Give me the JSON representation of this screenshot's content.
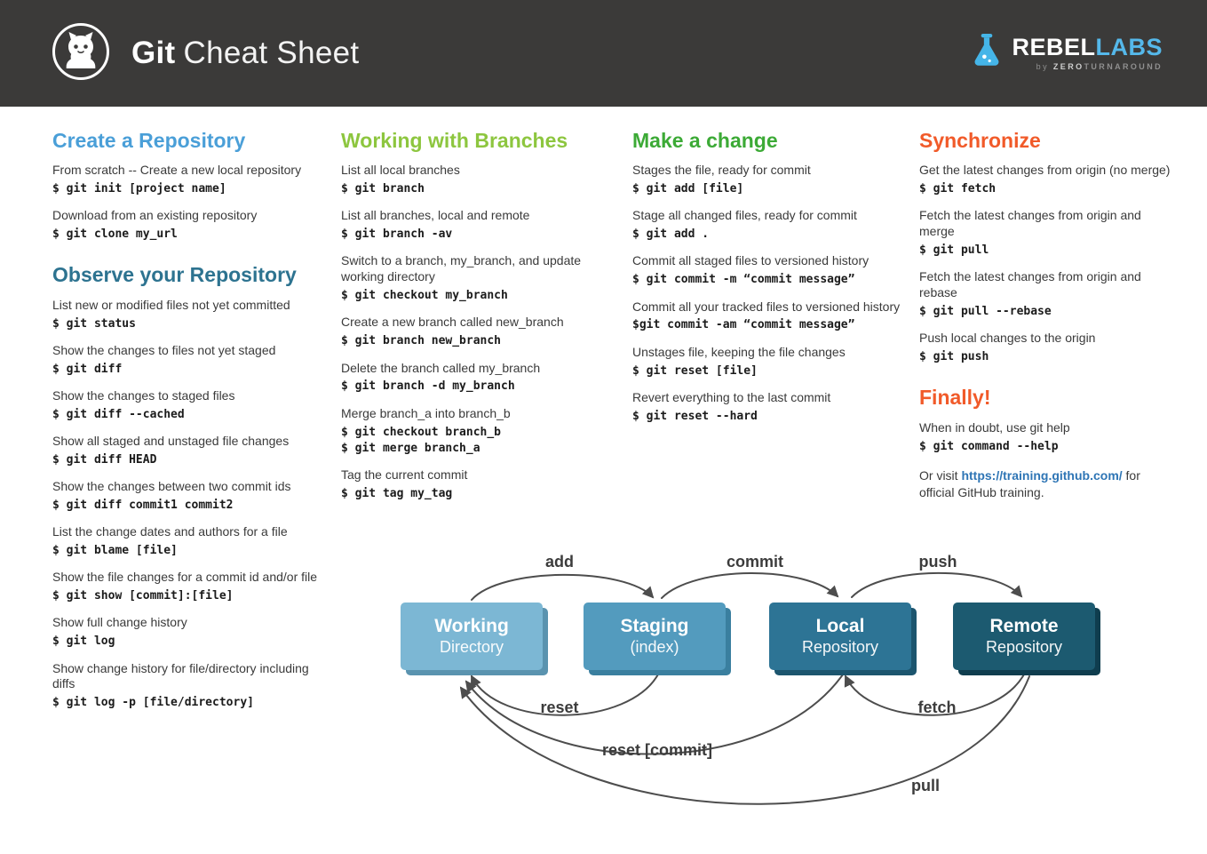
{
  "header": {
    "title_bold": "Git",
    "title_rest": "Cheat Sheet",
    "brand": {
      "name_left": "REBEL",
      "name_right": "LABS",
      "by": "by",
      "sub_left": "ZERO",
      "sub_right": "TURNAROUND"
    }
  },
  "colors": {
    "header_bg": "#3b3a39",
    "heading_blue": "#4a9fd8",
    "heading_steel": "#2d7390",
    "heading_green": "#8dc63f",
    "heading_dark_green": "#3caa36",
    "heading_orange": "#f15a29",
    "link_blue": "#2e75b5",
    "brand_blue": "#55b8ea",
    "arrow_gray": "#4d4d4d"
  },
  "sections": {
    "create": {
      "title": "Create a Repository",
      "items": [
        {
          "desc": "From scratch -- Create a new local repository",
          "cmd": "$ git init [project name]"
        },
        {
          "desc": "Download from an existing repository",
          "cmd": "$ git clone my_url"
        }
      ]
    },
    "observe": {
      "title": "Observe your Repository",
      "items": [
        {
          "desc": "List new or modified files not yet committed",
          "cmd": "$ git status"
        },
        {
          "desc": "Show the changes to files not yet staged",
          "cmd": "$ git diff"
        },
        {
          "desc": "Show the changes to staged files",
          "cmd": "$ git diff --cached"
        },
        {
          "desc": "Show all staged and unstaged file changes",
          "cmd": "$ git diff HEAD"
        },
        {
          "desc": "Show the changes between two commit ids",
          "cmd": "$ git diff commit1 commit2"
        },
        {
          "desc": "List the change dates and authors for a file",
          "cmd": "$ git blame [file]"
        },
        {
          "desc": "Show the file changes for a commit id and/or file",
          "cmd": "$ git show [commit]:[file]"
        },
        {
          "desc": "Show full change history",
          "cmd": "$ git log"
        },
        {
          "desc": "Show change history for file/directory including diffs",
          "cmd": "$ git log -p [file/directory]"
        }
      ]
    },
    "branches": {
      "title": "Working with Branches",
      "items": [
        {
          "desc": "List all local branches",
          "cmd": "$ git branch"
        },
        {
          "desc": "List all branches, local and remote",
          "cmd": "$ git branch -av"
        },
        {
          "desc": "Switch to a branch, my_branch, and update working directory",
          "cmd": "$ git checkout my_branch"
        },
        {
          "desc": "Create a new branch called new_branch",
          "cmd": "$ git branch new_branch"
        },
        {
          "desc": "Delete the branch called my_branch",
          "cmd": "$ git branch -d my_branch"
        },
        {
          "desc": "Merge branch_a into branch_b",
          "cmd": "$ git checkout branch_b",
          "cmd2": "$ git merge branch_a"
        },
        {
          "desc": "Tag the current commit",
          "cmd": "$ git tag my_tag"
        }
      ]
    },
    "change": {
      "title": "Make a change",
      "items": [
        {
          "desc": "Stages the file, ready for commit",
          "cmd": "$ git add [file]"
        },
        {
          "desc": "Stage all changed files, ready for commit",
          "cmd": "$ git add ."
        },
        {
          "desc": "Commit all staged files to versioned history",
          "cmd": "$ git commit -m “commit message”"
        },
        {
          "desc": "Commit all your tracked files to versioned history",
          "cmd": "$git commit -am “commit message”"
        },
        {
          "desc": "Unstages file, keeping the file changes",
          "cmd": "$ git reset [file]"
        },
        {
          "desc": "Revert everything to the last commit",
          "cmd": "$ git reset --hard"
        }
      ]
    },
    "sync": {
      "title": "Synchronize",
      "items": [
        {
          "desc": "Get the latest changes from origin (no merge)",
          "cmd": "$ git fetch"
        },
        {
          "desc": "Fetch the latest changes from origin and merge",
          "cmd": "$ git pull"
        },
        {
          "desc": "Fetch the latest changes from origin and rebase",
          "cmd": "$ git pull --rebase"
        },
        {
          "desc": "Push local changes to the origin",
          "cmd": "$ git push"
        }
      ]
    },
    "finally": {
      "title": "Finally!",
      "items": [
        {
          "desc": "When in doubt, use git help",
          "cmd": "$ git command --help"
        }
      ],
      "link_prefix": "Or visit ",
      "link_text": "https://training.github.com/",
      "link_suffix": " for official GitHub training."
    }
  },
  "diagram": {
    "boxes": [
      {
        "title": "Working",
        "subtitle": "Directory",
        "color": "#7cb7d4"
      },
      {
        "title": "Staging",
        "subtitle": "(index)",
        "color": "#539bbe"
      },
      {
        "title": "Local",
        "subtitle": "Repository",
        "color": "#2d7495"
      },
      {
        "title": "Remote",
        "subtitle": "Repository",
        "color": "#1c5a70"
      }
    ],
    "arrows": {
      "add": "add",
      "commit": "commit",
      "push": "push",
      "reset": "reset",
      "reset_commit": "reset [commit]",
      "fetch": "fetch",
      "pull": "pull"
    }
  }
}
